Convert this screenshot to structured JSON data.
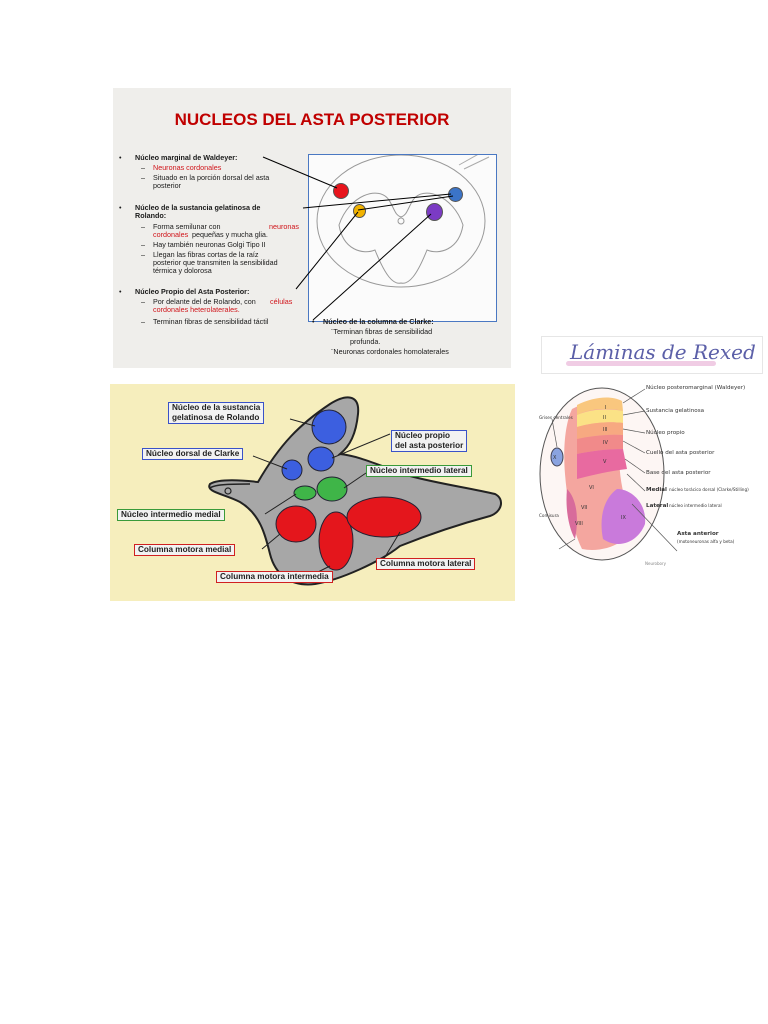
{
  "slide1": {
    "title": "NUCLEOS DEL ASTA POSTERIOR",
    "sec1": {
      "heading": "Núcleo marginal de Waldeyer:",
      "items": [
        "Neuronas cordonales",
        "Situado en la porción dorsal del asta",
        "posterior"
      ]
    },
    "sec2": {
      "heading1": "Núcleo de la sustancia gelatinosa de",
      "heading2": "Rolando:",
      "item1a": "Forma semilunar con",
      "item1b": "neuronas",
      "item1c": "cordonales",
      "item1d": "pequeñas y mucha glia.",
      "item2": "Hay también neuronas Golgi Tipo II",
      "item3a": "Llegan las fibras cortas de la raíz",
      "item3b": "posterior que transmiten la sensibilidad",
      "item3c": "térmica y dolorosa"
    },
    "sec3": {
      "heading": "Núcleo Propio del Asta Posterior:",
      "item1a": "Por delante del de Rolando, con",
      "item1b": "células",
      "item1c": "cordonales heterolaterales.",
      "item2": "Terminan fibras de sensibilidad táctil"
    },
    "clarke": {
      "heading": "Núcleo de la columna de Clarke:",
      "line1": "¨Terminan fibras de sensibilidad",
      "line2": "profunda.",
      "line3": "¨Neuronas cordonales  homolaterales"
    },
    "dot_colors": {
      "red": "#e8141c",
      "yellow": "#f2b300",
      "purple": "#7b3bc4",
      "blue": "#3b74c8"
    }
  },
  "slide2": {
    "labels": {
      "rolando": [
        "Núcleo de la sustancia",
        "gelatinosa de Rolando"
      ],
      "propio": [
        "Núcleo propio",
        "del asta posterior"
      ],
      "clarke": "Núcleo dorsal de Clarke",
      "intermedio_lateral": "Núcleo intermedio lateral",
      "intermedio_medial": "Núcleo intermedio medial",
      "motora_medial": "Columna motora medial",
      "motora_intermedia": "Columna motora intermedia",
      "motora_lateral": "Columna motora lateral"
    }
  },
  "img3": {
    "title": "Láminas de Rexed",
    "labels": {
      "waldeyer": "Núcleo posteromarginal (Waldeyer)",
      "gelatinosa": "Sustancia gelatinosa",
      "propio": "Núcleo propio",
      "cuello": "Cuello del asta posterior",
      "base": "Base del asta posterior",
      "medial": "Medial",
      "medial_note": "núcleo torácico dorsal (Clarke/Stilling)",
      "lateral": "Lateral",
      "lateral_note": "núcleo intermedio lateral",
      "asta": "Asta anterior",
      "asta_note": "(motoneuronas alfa y beta)",
      "left_top": "Grises centrales",
      "left_bottom": "Comisura",
      "brand": "Neurobory"
    },
    "roman": [
      "I",
      "II",
      "III",
      "IV",
      "V",
      "VI",
      "VII",
      "VIII",
      "IX",
      "X"
    ]
  }
}
